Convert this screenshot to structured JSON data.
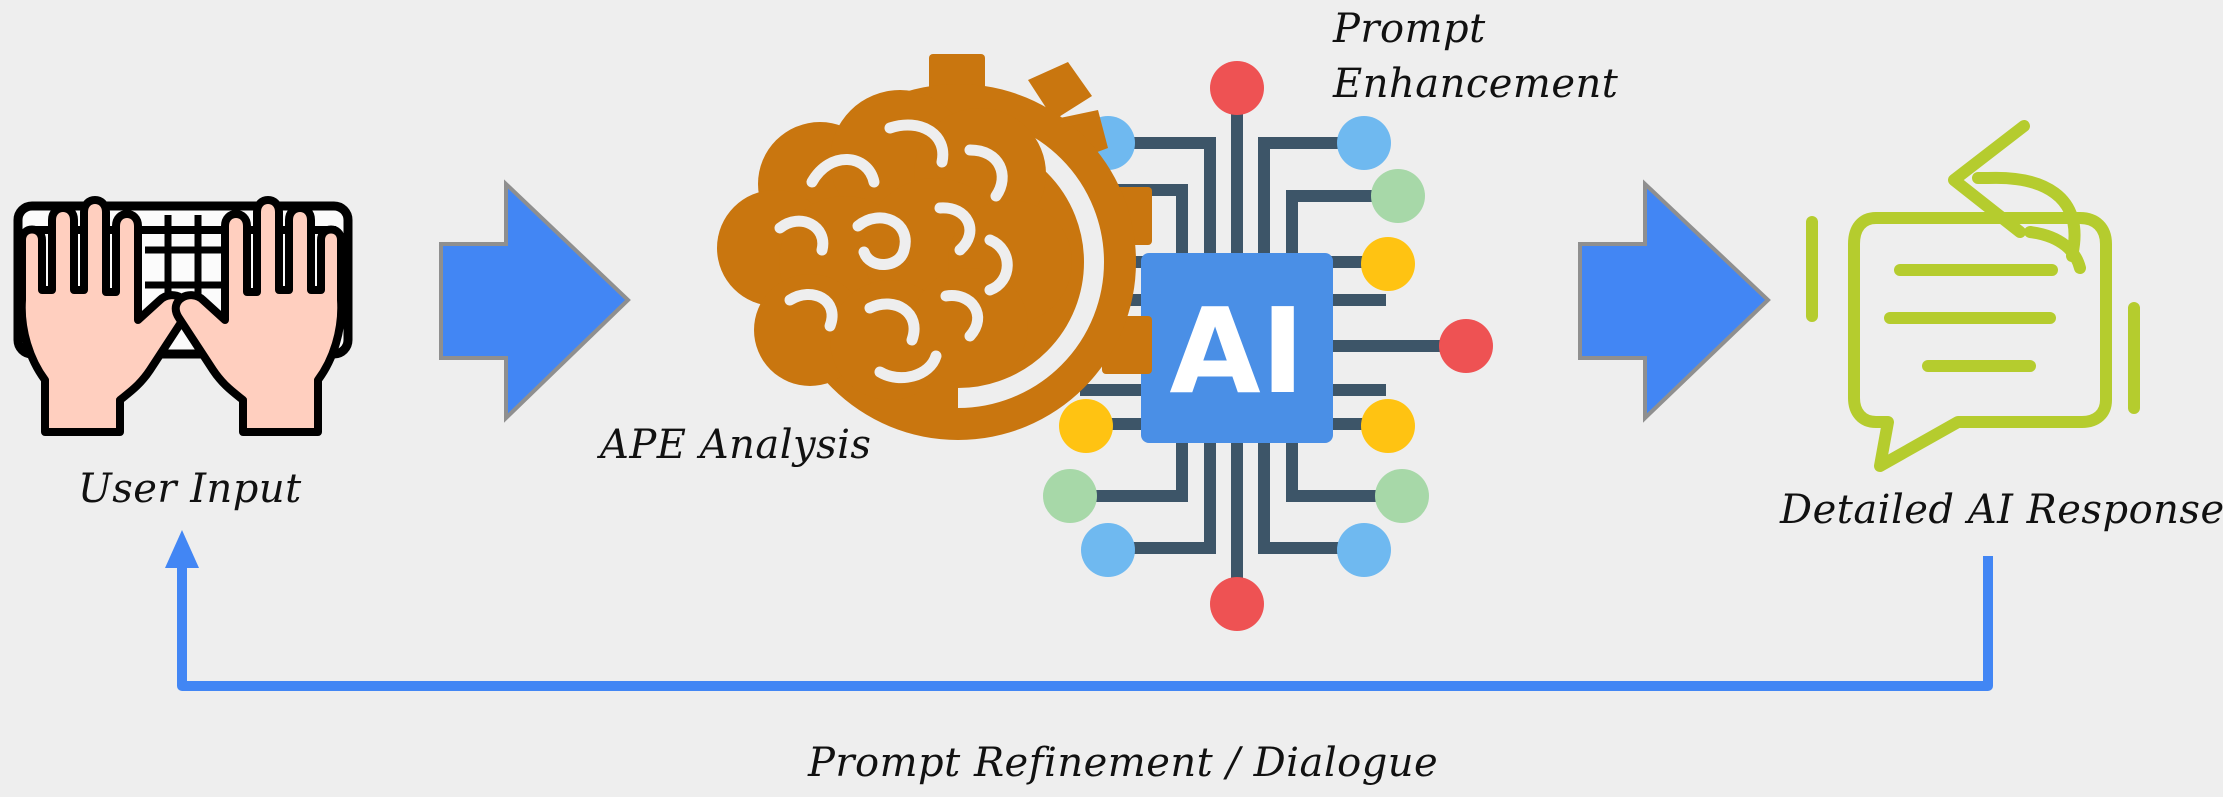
{
  "nodes": {
    "user_input": {
      "label": "User Input",
      "icon": "hands-on-keyboard-icon"
    },
    "ape_analysis": {
      "label": "APE Analysis",
      "icon": "brain-gear-icon"
    },
    "prompt_enhancement": {
      "label_line1": "Prompt",
      "label_line2": "Enhancement",
      "icon": "ai-chip-icon",
      "chip_text": "AI"
    },
    "ai_response": {
      "label": "Detailed AI Response",
      "icon": "chat-reply-icon"
    }
  },
  "loop": {
    "label": "Prompt Refinement / Dialogue"
  },
  "colors": {
    "arrow_blue": "#4286f4",
    "gear_orange": "#c9760f",
    "chip_blue": "#4a8fe6",
    "circuit_dark": "#3d5568",
    "response_green": "#b5cc2e",
    "hand_skin": "#ffcfbf"
  }
}
